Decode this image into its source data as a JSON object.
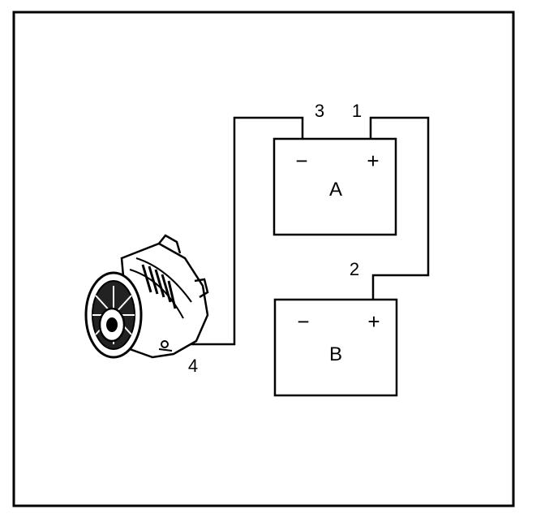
{
  "batteries": [
    {
      "id": "A",
      "label": "A",
      "neg_sign": "−",
      "pos_sign": "+"
    },
    {
      "id": "B",
      "label": "B",
      "neg_sign": "−",
      "pos_sign": "+"
    }
  ],
  "cables": [
    {
      "id": "1",
      "label": "1"
    },
    {
      "id": "2",
      "label": "2"
    },
    {
      "id": "3",
      "label": "3"
    },
    {
      "id": "4",
      "label": "4"
    }
  ],
  "colors": {
    "line": "#000000",
    "background": "#ffffff"
  },
  "icons": {
    "alternator": "alternator-icon"
  }
}
